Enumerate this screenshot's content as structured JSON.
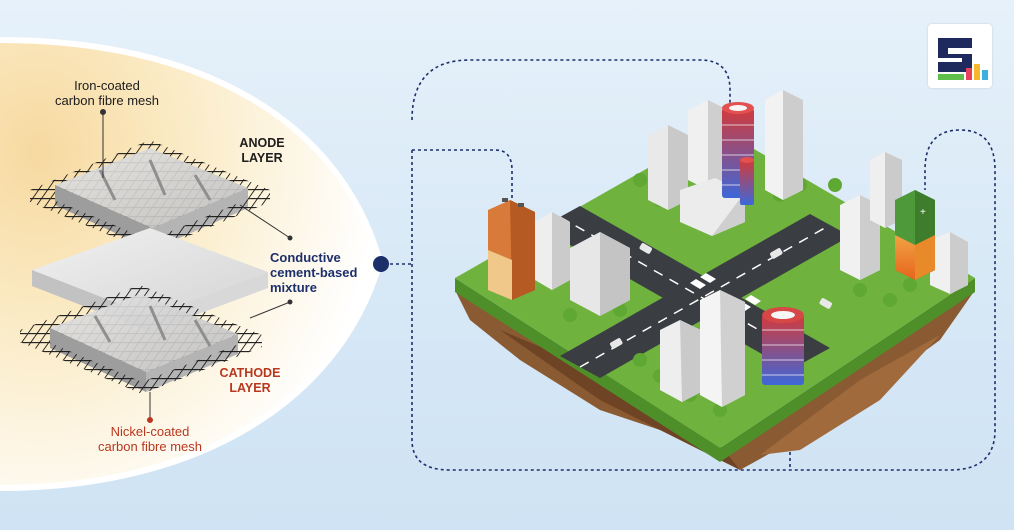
{
  "labels": {
    "iron_mesh": [
      "Iron-coated",
      "carbon fibre mesh"
    ],
    "anode": [
      "ANODE",
      "LAYER"
    ],
    "conductive": [
      "Conductive",
      "cement-based",
      "mixture"
    ],
    "cathode": [
      "CATHODE",
      "LAYER"
    ],
    "nickel_mesh": [
      "Nickel-coated",
      "carbon fibre mesh"
    ]
  },
  "colors": {
    "anode_text": "#1c1c1c",
    "cathode_text": "#b8381f",
    "connector": "#1d2f6b",
    "grass": "#6fb33e",
    "soil": "#8a5a32",
    "road": "#3a3d42"
  },
  "icons": [
    "brand-logo-icon",
    "battery-icon",
    "city-island-icon"
  ]
}
